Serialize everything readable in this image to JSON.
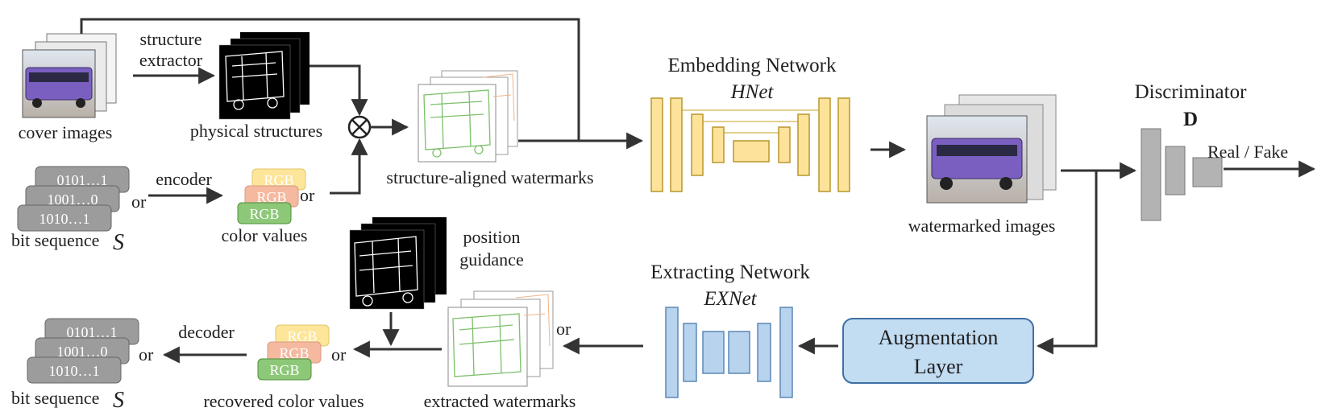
{
  "labels": {
    "cover_images": "cover images",
    "structure_extractor_l1": "structure",
    "structure_extractor_l2": "extractor",
    "physical_structures": "physical structures",
    "structure_aligned_watermarks": "structure-aligned watermarks",
    "encoder": "encoder",
    "color_values": "color values",
    "bit_sequence": "bit sequence",
    "bit_symbol": "S",
    "or": "or",
    "embedding_network": "Embedding Network",
    "hnet": "HNet",
    "watermarked_images": "watermarked images",
    "discriminator": "Discriminator",
    "discriminator_symbol": "D",
    "real_fake": "Real / Fake",
    "position_l1": "position",
    "position_l2": "guidance",
    "extracting_network": "Extracting Network",
    "exnet": "EXNet",
    "augmentation_l1": "Augmentation",
    "augmentation_l2": "Layer",
    "extracted_watermarks": "extracted watermarks",
    "decoder": "decoder",
    "recovered_color_values": "recovered color values",
    "multiply_symbol": "⊗"
  },
  "bit_cards": [
    "0101…1",
    "1001…0",
    "1010…1"
  ],
  "rgb_cards": [
    "RGB",
    "RGB",
    "RGB"
  ],
  "colors": {
    "yellow_block": "#fde39a",
    "yellow_stroke": "#b8962e",
    "blue_block": "#b7d3ee",
    "blue_stroke": "#5f87b5",
    "aug_fill": "#c2dcf2",
    "aug_stroke": "#3f6fa3",
    "gray_block": "#b3b3b3",
    "bit_card": "#9c9c9c",
    "rgb_yellow": "#fde59a",
    "rgb_salmon": "#f5b9a0",
    "rgb_green": "#8dc878",
    "watermark_green": "#7cc06a",
    "arrow": "#333333"
  }
}
